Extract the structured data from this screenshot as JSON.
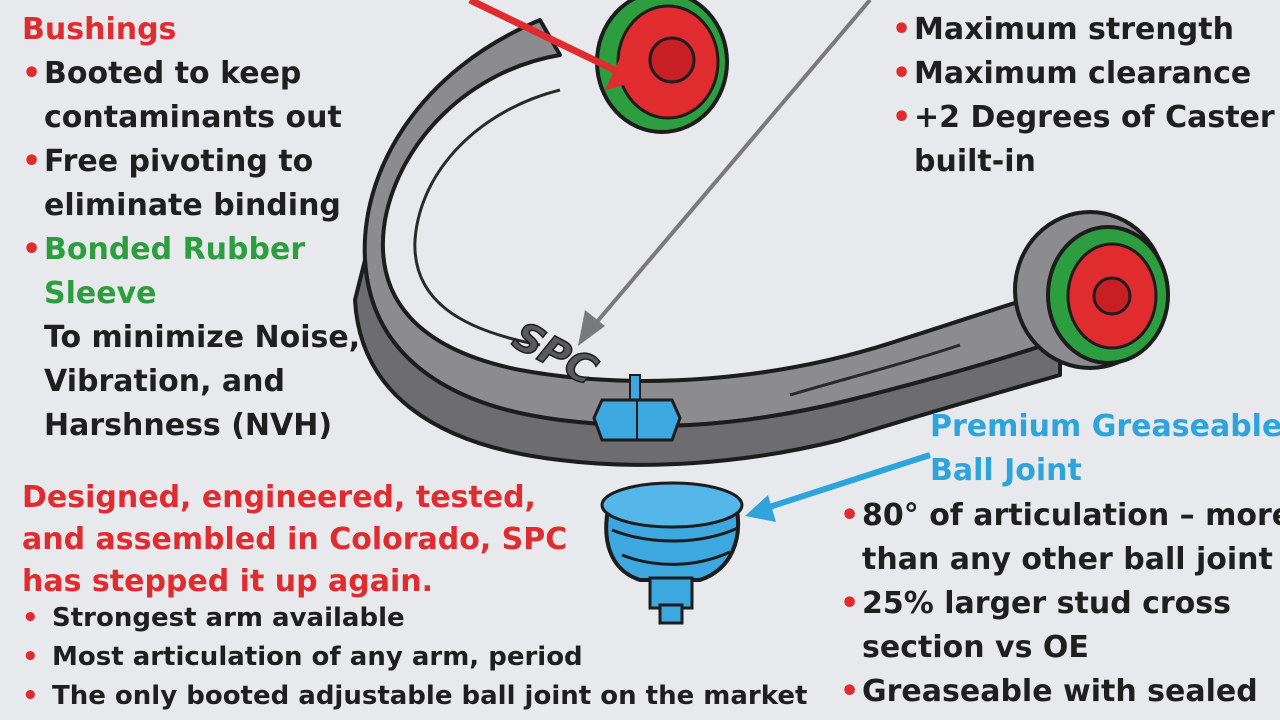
{
  "bushings": {
    "title": "Bushings",
    "items": [
      [
        "Booted to keep",
        "contaminants out"
      ],
      [
        "Free pivoting to",
        "eliminate binding"
      ]
    ],
    "sleeve_title": [
      "Bonded Rubber",
      "Sleeve"
    ],
    "sleeve_desc": [
      "To minimize Noise,",
      "Vibration, and",
      "Harshness (NVH)"
    ]
  },
  "arm_features": {
    "items": [
      [
        "Maximum strength"
      ],
      [
        "Maximum clearance"
      ],
      [
        "+2 Degrees of Caster",
        "built-in"
      ]
    ]
  },
  "ball_joint": {
    "title": [
      "Premium Greaseable",
      "Ball Joint"
    ],
    "items": [
      [
        "80° of articulation – more",
        "than any other ball joint"
      ],
      [
        "25% larger stud cross",
        "section vs OE"
      ],
      [
        "Greaseable with sealed"
      ]
    ]
  },
  "colorado": {
    "lines": [
      "Designed, engineered, tested,",
      "and assembled in Colorado, SPC",
      "has stepped it up again."
    ],
    "items": [
      "Strongest arm available",
      "Most articulation of any arm, period",
      "The only booted adjustable ball joint on the market"
    ]
  },
  "logo_text": "SPC",
  "colors": {
    "red": "#e02b2f",
    "green": "#2d9e3f",
    "blue": "#2da4dc",
    "arm": "#8a8a8d",
    "background": "#e8e9ec"
  }
}
